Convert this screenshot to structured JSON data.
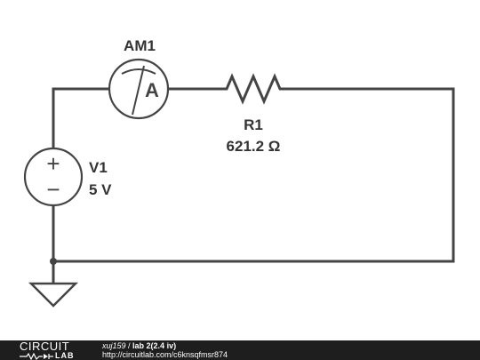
{
  "diagram": {
    "ammeter": {
      "name": "AM1",
      "symbol": "A"
    },
    "resistor": {
      "name": "R1",
      "value": "621.2 Ω"
    },
    "source": {
      "name": "V1",
      "value": "5 V",
      "plus": "+",
      "minus": "−"
    }
  },
  "footer": {
    "logo_top": "CIRCUIT",
    "logo_bottom": "LAB",
    "author": "xuj159",
    "separator": " / ",
    "title": "lab 2(2.4 iv)",
    "url": "http://circuitlab.com/c6knsqfmsr874"
  }
}
